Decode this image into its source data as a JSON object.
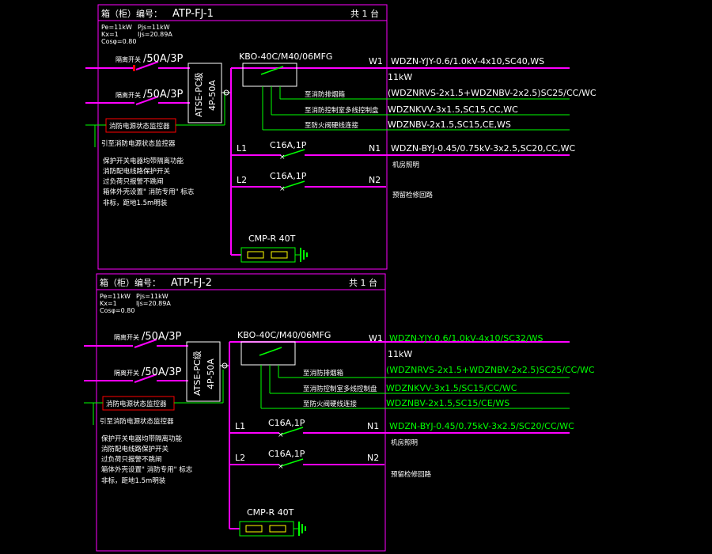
{
  "colors": {
    "background": "#000000",
    "frame": "#ff00ff",
    "wire_main": "#ff00ff",
    "wire_green": "#00ff00",
    "text_white": "#ffffff",
    "text_green": "#00ff00",
    "breaker_red": "#ff0000",
    "label_box": "#ff0000",
    "earth": "#00ff00"
  },
  "panel1": {
    "header_left": "箱（柜）编号：",
    "code": "ATP-FJ-1",
    "count": "共  1  台",
    "pe": "Pe=11kW",
    "pjs": "Pjs=11kW",
    "kx": "Kx=1",
    "ijs": "Ijs=20.89A",
    "cos": "Cosφ=0.80",
    "in1_label": "隔离开关",
    "in1_rating": "/50A/3P",
    "in2_label": "隔离开关",
    "in2_rating": "/50A/3P",
    "atse_line1": "ATSE-PC级",
    "atse_line2": "4P-50A",
    "monitor_box": "消防电源状态监控器",
    "monitor_note": "引至消防电源状态监控器",
    "notes": [
      "保护开关电器均带隔离功能",
      "消防配电线路保护开关",
      "过负荷只报警不跳闸",
      "箱体外壳设置\" 消防专用\" 标志",
      "非标，距地1.5m明装"
    ],
    "kbo": "KBO-40C/M40/06MFG",
    "w1": "W1",
    "w1_cable": "WDZN-YJY-0.6/1.0kV-4x10,SC40,WS",
    "power": "11kW",
    "fan_label": "至消防排烟箱",
    "fan_cable": "(WDZNRVS-2x1.5+WDZNBV-2x2.5)SC25/CC/WC",
    "ctrl_label": "至消防控制室多线控制盘",
    "ctrl_cable": "WDZNKVV-3x1.5,SC15,CC,WC",
    "fire_label": "至防火阀硬线连接",
    "fire_cable": "WDZNBV-2x1.5,SC15,CE,WS",
    "l1": "L1",
    "l1_brk": "C16A,1P",
    "n1": "N1",
    "n1_cable": "WDZN-BYJ-0.45/0.75kV-3x2.5,SC20,CC,WC",
    "n1_use": "机房照明",
    "l2": "L2",
    "l2_brk": "C16A,1P",
    "n2": "N2",
    "n2_use": "预留检修回路",
    "spd": "CMP-R 40T"
  },
  "panel2": {
    "header_left": "箱（柜）编号：",
    "code": "ATP-FJ-2",
    "count": "共  1  台",
    "pe": "Pe=11kW",
    "pjs": "Pjs=11kW",
    "kx": "Kx=1",
    "ijs": "Ijs=20.89A",
    "cos": "Cosφ=0.80",
    "in1_label": "隔离开关",
    "in1_rating": "/50A/3P",
    "in2_label": "隔离开关",
    "in2_rating": "/50A/3P",
    "atse_line1": "ATSE-PC级",
    "atse_line2": "4P-50A",
    "monitor_box": "消防电源状态监控器",
    "monitor_note": "引至消防电源状态监控器",
    "notes": [
      "保护开关电器均带隔离功能",
      "消防配电线路保护开关",
      "过负荷只报警不跳闸",
      "箱体外壳设置\" 消防专用\" 标志",
      "非标，距地1.5m明装"
    ],
    "kbo": "KBO-40C/M40/06MFG",
    "w1": "W1",
    "w1_cable": "WDZN-YJY-0.6/1.0kV-4x10/SC32/WS",
    "power": "11kW",
    "fan_label": "至消防排烟箱",
    "fan_cable": "(WDZNRVS-2x1.5+WDZNBV-2x2.5)SC25/CC/WC",
    "ctrl_label": "至消防控制室多线控制盘",
    "ctrl_cable": "WDZNKVV-3x1.5/SC15/CC/WC",
    "fire_label": "至防火阀硬线连接",
    "fire_cable": "WDZNBV-2x1.5,SC15/CE/WS",
    "l1": "L1",
    "l1_brk": "C16A,1P",
    "n1": "N1",
    "n1_cable": "WDZN-BYJ-0.45/0.75kV-3x2.5/SC20/CC/WC",
    "n1_use": "机房照明",
    "l2": "L2",
    "l2_brk": "C16A,1P",
    "n2": "N2",
    "n2_use": "预留检修回路",
    "spd": "CMP-R 40T"
  }
}
